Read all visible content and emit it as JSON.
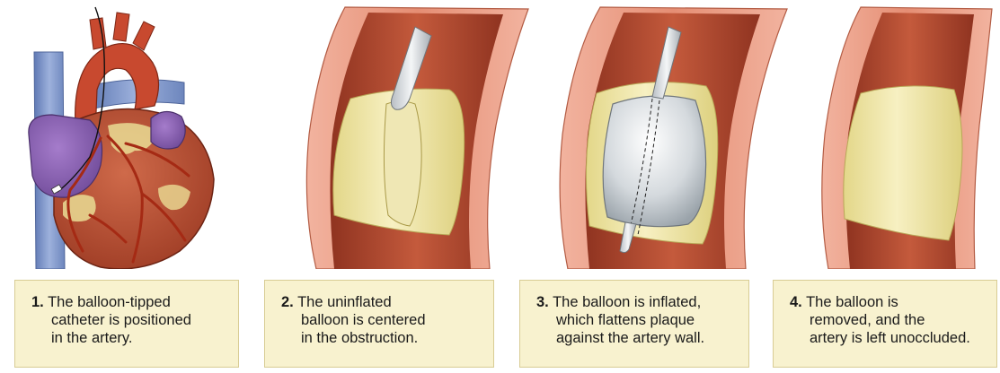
{
  "steps": [
    {
      "number": "1.",
      "lines": [
        "The balloon-tipped",
        "catheter is positioned",
        "in the artery."
      ]
    },
    {
      "number": "2.",
      "lines": [
        "The uninflated",
        "balloon is centered",
        "in the obstruction."
      ]
    },
    {
      "number": "3.",
      "lines": [
        "The balloon is inflated,",
        "which flattens plaque",
        "against the artery wall."
      ]
    },
    {
      "number": "4.",
      "lines": [
        "The balloon is",
        "removed, and the",
        "artery is left unoccluded."
      ]
    }
  ],
  "colors": {
    "caption_bg": "#f8f2cf",
    "artery_wall": "#e8977f",
    "artery_lumen": "#b5472d",
    "plaque": "#ece3a3",
    "balloon": "#d9dde0",
    "vein": "#7f96c8",
    "heart_muscle": "#b84b30",
    "atrium": "#8f63b8"
  }
}
